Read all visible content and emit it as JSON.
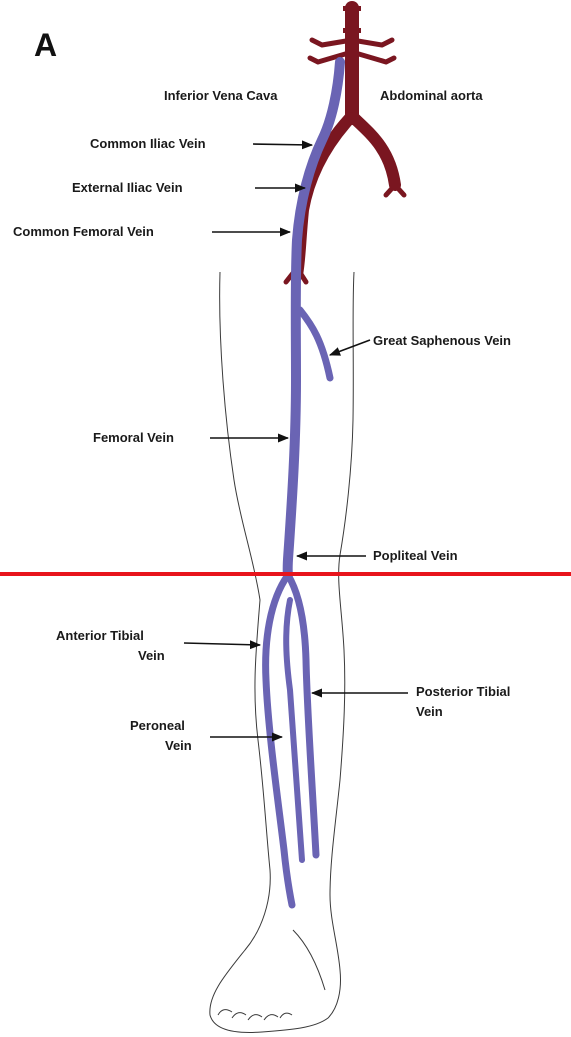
{
  "panel_label": "A",
  "labels": {
    "inferior_vena_cava": "Inferior Vena Cava",
    "abdominal_aorta": "Abdominal aorta",
    "common_iliac_vein": "Common Iliac Vein",
    "external_iliac_vein": "External Iliac Vein",
    "common_femoral_vein": "Common Femoral Vein",
    "great_saphenous_vein": "Great Saphenous Vein",
    "femoral_vein": "Femoral Vein",
    "popliteal_vein": "Popliteal Vein",
    "anterior_tibial_vein_line1": "Anterior Tibial",
    "anterior_tibial_vein_line2": "Vein",
    "posterior_tibial_vein_line1": "Posterior Tibial",
    "posterior_tibial_vein_line2": "Vein",
    "peroneal_vein_line1": "Peroneal",
    "peroneal_vein_line2": "Vein"
  },
  "colors": {
    "vein": "#6a64b4",
    "artery": "#7a1620",
    "divider_line": "#e8141c",
    "outline": "#3a3a3a"
  }
}
